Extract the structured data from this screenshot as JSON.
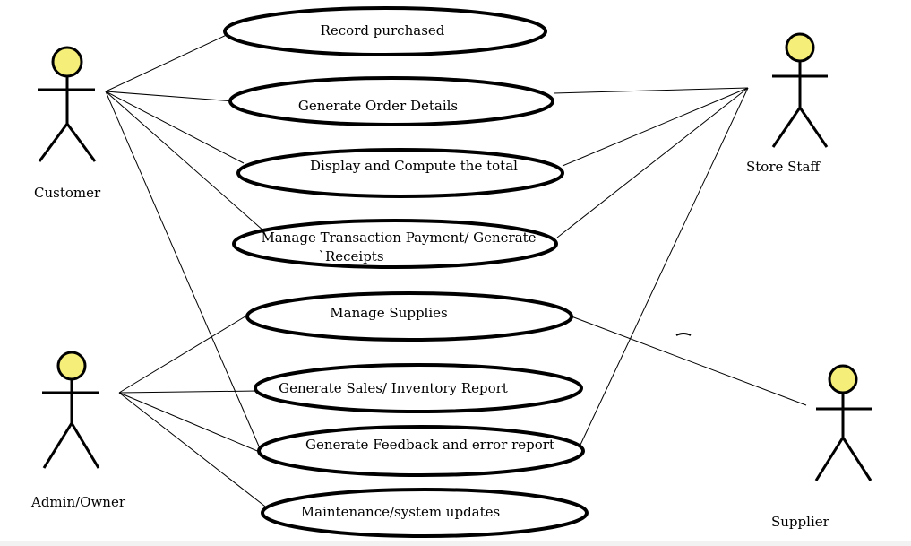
{
  "actors": {
    "customer": "Customer",
    "store_staff": "Store Staff",
    "admin_owner": "Admin/Owner",
    "supplier": "Supplier"
  },
  "use_cases": {
    "record_purchased": "Record purchased",
    "generate_order_details": "Generate Order Details",
    "display_compute_total": "Display and Compute the total",
    "manage_transaction_line1": "Manage Transaction Payment/ Generate",
    "manage_transaction_line2": "`Receipts",
    "manage_supplies": "Manage Supplies",
    "generate_sales_inventory_report": "Generate Sales/ Inventory Report",
    "generate_feedback_error_report": "Generate Feedback and error report",
    "maintenance_system_updates": "Maintenance/system updates"
  },
  "colors": {
    "actor_head": "#f5ef7a",
    "outline": "#000000",
    "background": "#ffffff"
  }
}
